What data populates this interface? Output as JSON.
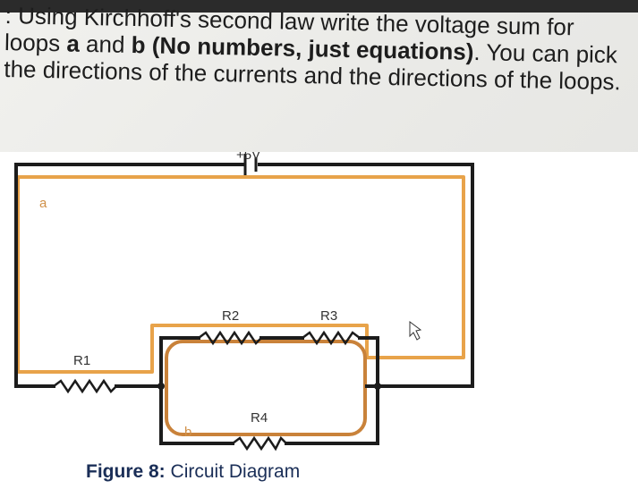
{
  "question": {
    "prefix": ": Using Kirchhoff's second law write the voltage sum for loops ",
    "loop_a": "a",
    "and_word": " and ",
    "loop_b": "b",
    "paren": " (No numbers, just equations)",
    "rest": ". You can pick the directions of the currents and the directions of the loops."
  },
  "circuit": {
    "battery_label": "+5V",
    "loop_a_label": "a",
    "loop_b_label": "b",
    "r1_label": "R1",
    "r2_label": "R2",
    "r3_label": "R3",
    "r4_label": "R4",
    "wire_color": "#1c1c1c",
    "loop_a_color": "#e8a34a",
    "loop_b_color": "#c9823a"
  },
  "caption": {
    "prefix": "Figure 8:",
    "text": " Circuit Diagram"
  }
}
